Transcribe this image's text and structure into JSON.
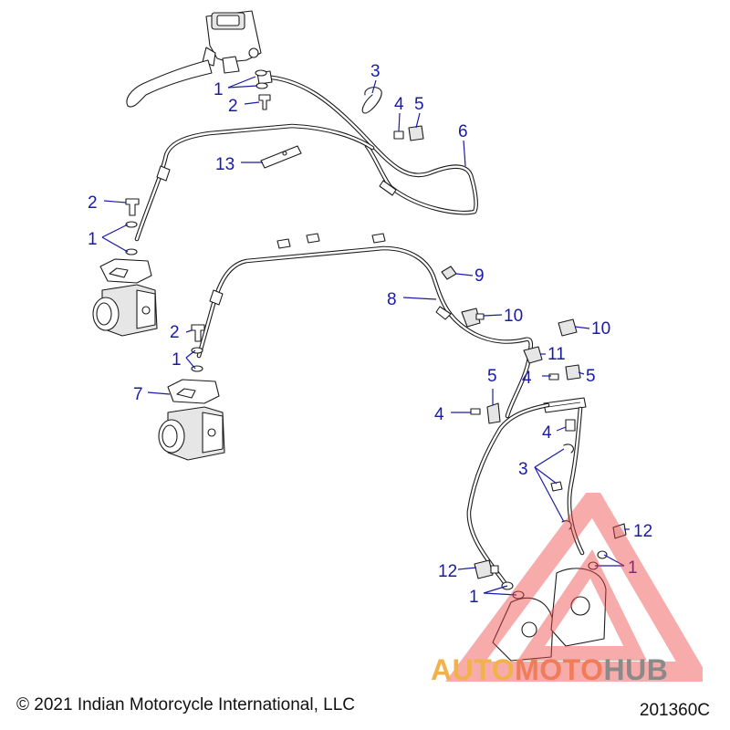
{
  "copyright": "© 2021 Indian Motorcycle International, LLC",
  "drawing_number": "201360C",
  "watermark": {
    "part1": "AUTO",
    "part2": "MOTO",
    "part3": "HUB",
    "colors": {
      "auto": "#f2b24a",
      "moto": "#f07c5a",
      "hub": "#8a8a8a",
      "triangle": "#ee4444"
    }
  },
  "callout_color": "#1a1aa8",
  "callouts": {
    "c1a": "1",
    "c2a": "2",
    "c3a": "3",
    "c4a": "4",
    "c5a": "5",
    "c6": "6",
    "c13": "13",
    "c2b": "2",
    "c1b": "1",
    "c9": "9",
    "c8": "8",
    "c10a": "10",
    "c10b": "10",
    "c2c": "2",
    "c1c": "1",
    "c7": "7",
    "c11": "11",
    "c4b": "4",
    "c5b": "5",
    "c5c": "5",
    "c4c": "4",
    "c4d": "4",
    "c3b": "3",
    "c12a": "12",
    "c1d": "1",
    "c12b": "12",
    "c1e": "1"
  }
}
